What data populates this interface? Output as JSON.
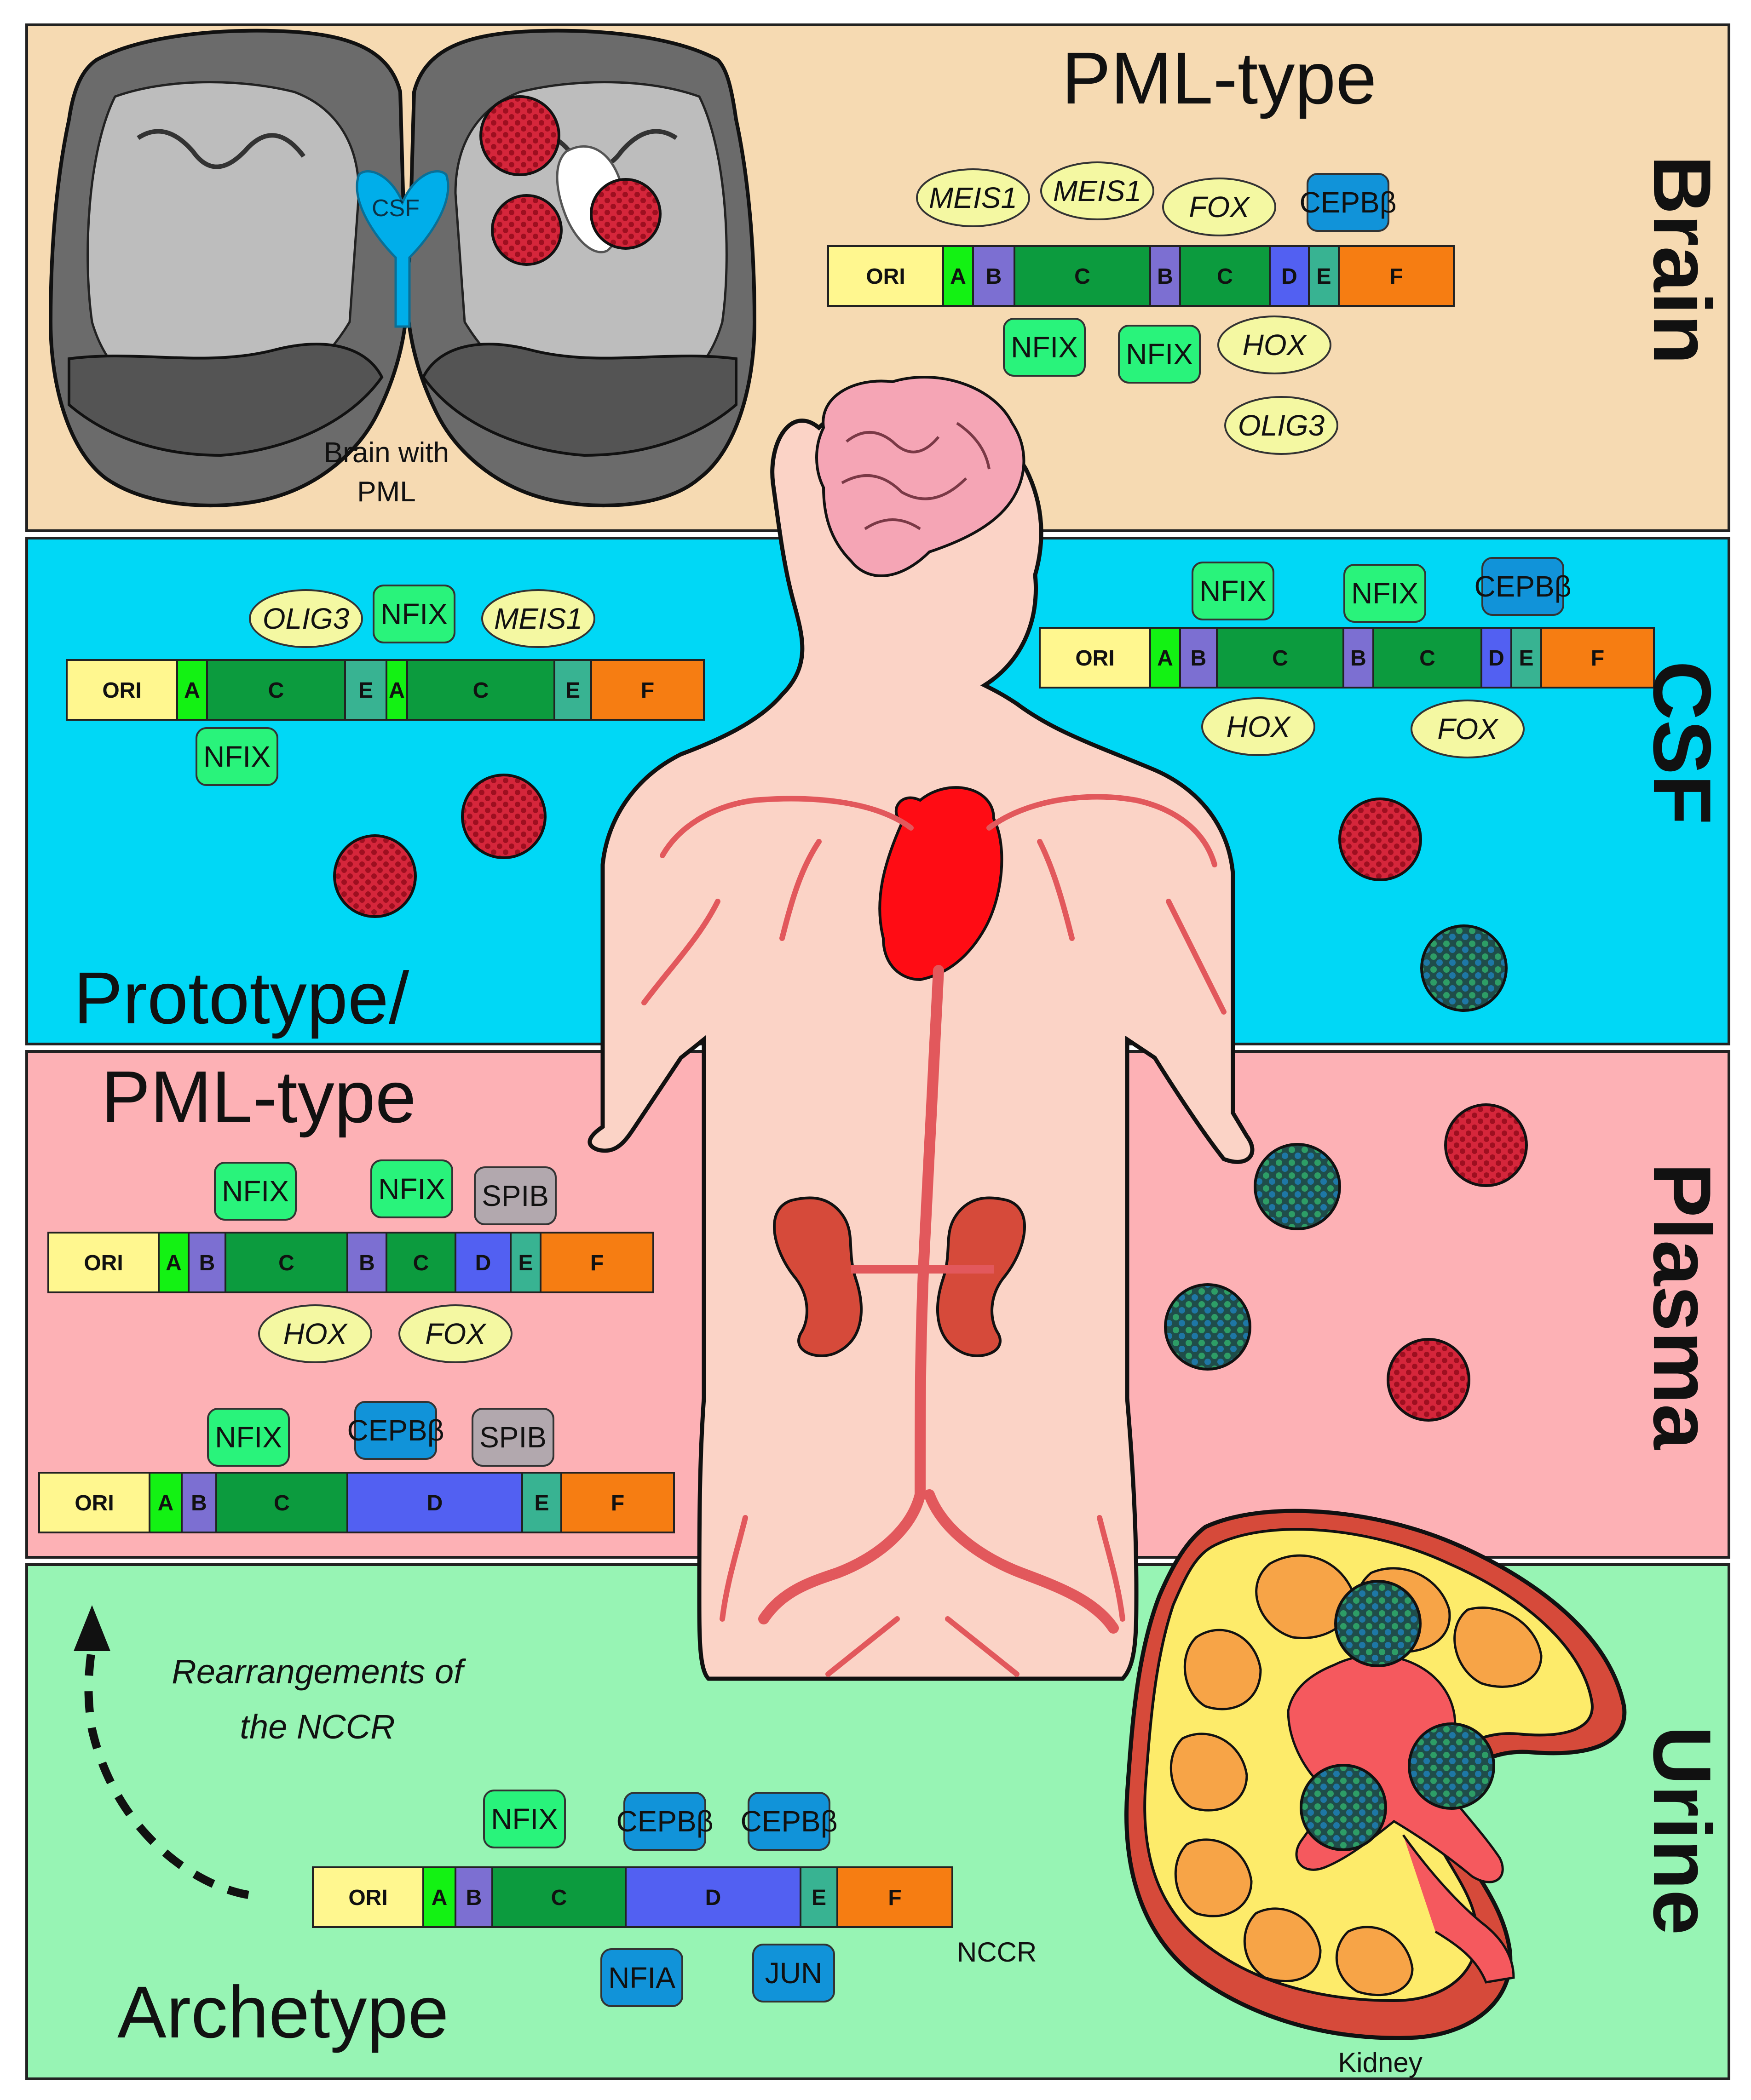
{
  "panels": {
    "brain": {
      "side_label": "Brain",
      "title": "PML-type",
      "csf_label": "CSF",
      "caption_line1": "Brain with",
      "caption_line2": "PML",
      "nccr": {
        "segments": [
          "ORI",
          "A",
          "B",
          "C",
          "B",
          "C",
          "D",
          "E",
          "F"
        ],
        "factors_above": [
          "MEIS1",
          "MEIS1",
          "FOX",
          "CEPBβ"
        ],
        "factors_below": [
          "NFIX",
          "NFIX",
          "HOX",
          "OLIG3"
        ]
      }
    },
    "csf": {
      "side_label": "CSF",
      "title_line1": "Prototype/",
      "left_nccr": {
        "segments": [
          "ORI",
          "A",
          "C",
          "E",
          "A",
          "C",
          "E",
          "F"
        ],
        "factors_above": [
          "OLIG3",
          "NFIX",
          "MEIS1"
        ],
        "factors_below": [
          "NFIX"
        ]
      },
      "right_nccr": {
        "segments": [
          "ORI",
          "A",
          "B",
          "C",
          "B",
          "C",
          "D",
          "E",
          "F"
        ],
        "factors_above": [
          "NFIX",
          "NFIX",
          "CEPBβ"
        ],
        "factors_below": [
          "HOX",
          "FOX"
        ]
      }
    },
    "plasma": {
      "side_label": "Plasma",
      "title_line2": "PML-type",
      "top_nccr": {
        "segments": [
          "ORI",
          "A",
          "B",
          "C",
          "B",
          "C",
          "D",
          "E",
          "F"
        ],
        "factors_above": [
          "NFIX",
          "NFIX",
          "SPIB"
        ],
        "factors_below": [
          "HOX",
          "FOX"
        ]
      },
      "bottom_nccr": {
        "segments": [
          "ORI",
          "A",
          "B",
          "C",
          "D",
          "E",
          "F"
        ],
        "factors_above": [
          "NFIX",
          "CEPBβ",
          "SPIB"
        ]
      }
    },
    "urine": {
      "side_label": "Urine",
      "title": "Archetype",
      "arrow_text_line1": "Rearrangements of",
      "arrow_text_line2": "the NCCR",
      "nccr_label": "NCCR",
      "kidney_label": "Kidney",
      "nccr": {
        "segments": [
          "ORI",
          "A",
          "B",
          "C",
          "D",
          "E",
          "F"
        ],
        "factors_above": [
          "NFIX",
          "CEPBβ",
          "CEPBβ"
        ],
        "factors_below": [
          "NFIA",
          "JUN"
        ]
      }
    }
  },
  "colors": {
    "brain_bg": "#F6DAB2",
    "csf_bg": "#00D8F6",
    "plasma_bg": "#FDB1B5",
    "urine_bg": "#97F4B4",
    "ori": "#FFF78F",
    "seg_A": "#13F213",
    "seg_B": "#7C6FD2",
    "seg_C": "#0C9B3E",
    "seg_D": "#5260F2",
    "seg_E": "#38B392",
    "seg_F": "#F67D12",
    "factor_green": "#29F37B",
    "factor_blue": "#1193D9",
    "factor_grey": "#B2A8AE",
    "factor_yellow": "#F4F8A2",
    "virus_red": "#D5263B",
    "virus_dark": "#1F4D4A"
  }
}
